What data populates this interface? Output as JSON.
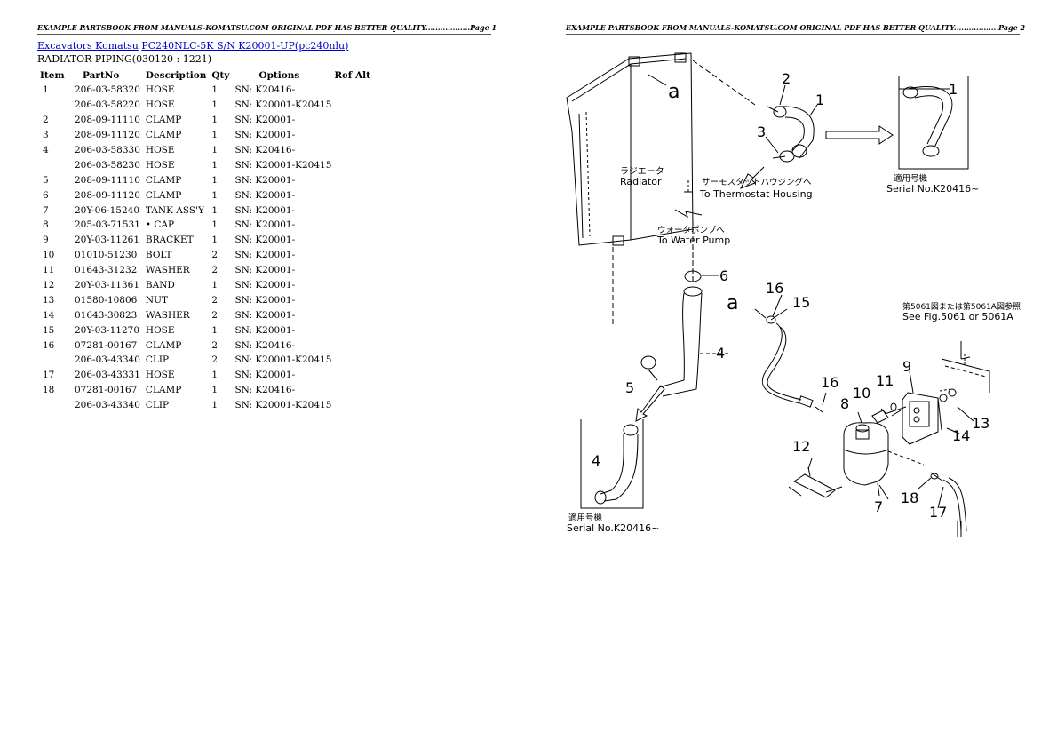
{
  "headers": {
    "page1": "EXAMPLE PARTSBOOK FROM MANUALS-KOMATSU.COM ORIGINAL PDF HAS BETTER QUALITY..................Page 1",
    "page2": "EXAMPLE PARTSBOOK FROM MANUALS-KOMATSU.COM ORIGINAL PDF HAS BETTER QUALITY..................Page 2"
  },
  "breadcrumb": {
    "link1": "Excavators Komatsu",
    "link2": "PC240NLC-5K S/N K20001-UP(pc240nlu)"
  },
  "subtitle": "RADIATOR PIPING(030120 : 1221)",
  "table": {
    "columns": [
      "Item",
      "PartNo",
      "Description",
      "Qty",
      "Options",
      "Ref Alt"
    ],
    "rows": [
      {
        "item": "1",
        "part": "206-03-58320",
        "desc": "HOSE",
        "qty": "1",
        "opt": "SN: K20416-"
      },
      {
        "item": "",
        "part": "206-03-58220",
        "desc": "HOSE",
        "qty": "1",
        "opt": "SN: K20001-K20415"
      },
      {
        "item": "2",
        "part": "208-09-11110",
        "desc": "CLAMP",
        "qty": "1",
        "opt": "SN: K20001-"
      },
      {
        "item": "3",
        "part": "208-09-11120",
        "desc": "CLAMP",
        "qty": "1",
        "opt": "SN: K20001-"
      },
      {
        "item": "4",
        "part": "206-03-58330",
        "desc": "HOSE",
        "qty": "1",
        "opt": "SN: K20416-"
      },
      {
        "item": "",
        "part": "206-03-58230",
        "desc": "HOSE",
        "qty": "1",
        "opt": "SN: K20001-K20415"
      },
      {
        "item": "5",
        "part": "208-09-11110",
        "desc": "CLAMP",
        "qty": "1",
        "opt": "SN: K20001-"
      },
      {
        "item": "6",
        "part": "208-09-11120",
        "desc": "CLAMP",
        "qty": "1",
        "opt": "SN: K20001-"
      },
      {
        "item": "7",
        "part": "20Y-06-15240",
        "desc": "TANK ASS'Y",
        "qty": "1",
        "opt": "SN: K20001-"
      },
      {
        "item": "8",
        "part": "205-03-71531",
        "desc": "• CAP",
        "qty": "1",
        "opt": "SN: K20001-"
      },
      {
        "item": "9",
        "part": "20Y-03-11261",
        "desc": "BRACKET",
        "qty": "1",
        "opt": "SN: K20001-"
      },
      {
        "item": "10",
        "part": "01010-51230",
        "desc": "BOLT",
        "qty": "2",
        "opt": "SN: K20001-"
      },
      {
        "item": "11",
        "part": "01643-31232",
        "desc": "WASHER",
        "qty": "2",
        "opt": "SN: K20001-"
      },
      {
        "item": "12",
        "part": "20Y-03-11361",
        "desc": "BAND",
        "qty": "1",
        "opt": "SN: K20001-"
      },
      {
        "item": "13",
        "part": "01580-10806",
        "desc": "NUT",
        "qty": "2",
        "opt": "SN: K20001-"
      },
      {
        "item": "14",
        "part": "01643-30823",
        "desc": "WASHER",
        "qty": "2",
        "opt": "SN: K20001-"
      },
      {
        "item": "15",
        "part": "20Y-03-11270",
        "desc": "HOSE",
        "qty": "1",
        "opt": "SN: K20001-"
      },
      {
        "item": "16",
        "part": "07281-00167",
        "desc": "CLAMP",
        "qty": "2",
        "opt": "SN: K20416-"
      },
      {
        "item": "",
        "part": "206-03-43340",
        "desc": "CLIP",
        "qty": "2",
        "opt": "SN: K20001-K20415"
      },
      {
        "item": "17",
        "part": "206-03-43331",
        "desc": "HOSE",
        "qty": "1",
        "opt": "SN: K20001-"
      },
      {
        "item": "18",
        "part": "07281-00167",
        "desc": "CLAMP",
        "qty": "1",
        "opt": "SN: K20416-"
      },
      {
        "item": "",
        "part": "206-03-43340",
        "desc": "CLIP",
        "qty": "1",
        "opt": "SN: K20001-K20415"
      }
    ]
  },
  "diagram": {
    "radiator_jp": "ラジエータ",
    "radiator_en": "Radiator",
    "thermostat_jp": "サーモスタットハウジングへ",
    "thermostat_en": "To Thermostat Housing",
    "water_pump_jp": "ウォータポンプへ",
    "water_pump_en": "To Water Pump",
    "see_fig_jp": "第5061図または第5061A図参照",
    "see_fig_en": "See Fig.5061 or 5061A",
    "applicable_jp_1": "適用号機",
    "serial_1": "Serial No.K20416~",
    "applicable_jp_2": "適用号機",
    "serial_2": "Serial No.K20416~",
    "ref_a_1": "a",
    "ref_a_2": "a",
    "callouts": {
      "c1": "1",
      "c1b": "1",
      "c2": "2",
      "c3": "3",
      "c4": "4",
      "c4b": "4",
      "c5": "5",
      "c6": "6",
      "c7": "7",
      "c8": "8",
      "c9": "9",
      "c10": "10",
      "c11": "11",
      "c12": "12",
      "c13": "13",
      "c14": "14",
      "c15": "15",
      "c16": "16",
      "c16b": "16",
      "c17": "17",
      "c18": "18"
    }
  }
}
